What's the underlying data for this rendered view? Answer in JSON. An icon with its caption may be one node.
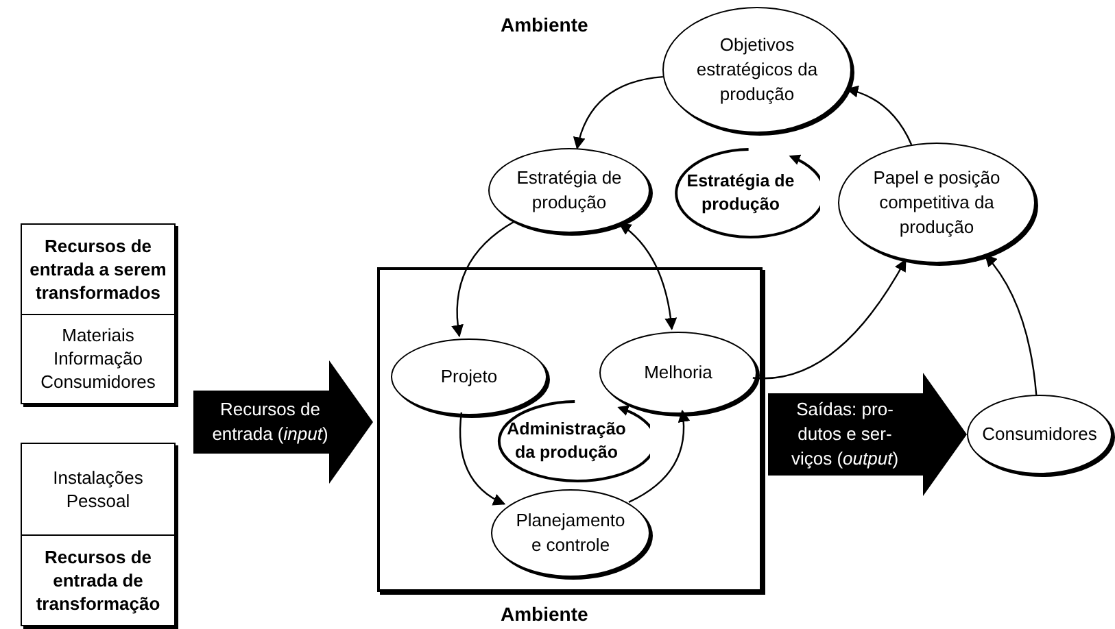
{
  "diagram": {
    "nodes": [
      {
        "text": [
          "Recursos de entrada a serem transformados",
          "Materiais Informação Consumidores"
        ]
      },
      {
        "text": [
          "Instalações Pessoal",
          "Recursos de entrada de transformação"
        ]
      },
      {
        "text": [
          "Objetivos estratégicos da produção"
        ]
      },
      {
        "text": [
          "Estratégia de produção"
        ]
      },
      {
        "text": [
          "Estratégia de produção"
        ]
      },
      {
        "text": [
          "Papel e posição competitiva da produção"
        ]
      },
      {
        "text": [],
        "shape": "box"
      },
      {
        "text": [
          "Projeto"
        ],
        "in": 6
      },
      {
        "text": [
          "Melhoria"
        ],
        "in": 6
      },
      {
        "text": [
          "Administração da produção"
        ],
        "in": 6
      },
      {
        "text": [
          "Planejamento e controle"
        ],
        "in": 6
      },
      {
        "text": [
          "Consumidores"
        ]
      }
    ],
    "edges": [
      {
        "from": null,
        "to": 6,
        "arrow": "to",
        "label": "Recursos de entrada (*input*)",
        "style": "thick"
      },
      {
        "from": 2,
        "to": 3,
        "arrow": "to"
      },
      {
        "from": 3,
        "to": 7,
        "arrow": "to"
      },
      {
        "from": 3,
        "to": 8,
        "arrow": "both"
      },
      {
        "from": 7,
        "to": 10,
        "arrow": "to"
      },
      {
        "from": 10,
        "to": 8,
        "arrow": "to"
      },
      {
        "from": 8,
        "to": 5,
        "arrow": "to"
      },
      {
        "from": 5,
        "to": 2,
        "arrow": "to"
      },
      {
        "from": 11,
        "to": 5,
        "arrow": "to"
      },
      {
        "from": 6,
        "to": 11,
        "arrow": "to",
        "label": "Saídas: pro- dutos e ser- viços (*output*)",
        "style": "thick"
      }
    ],
    "labels": [
      "Ambiente",
      "Ambiente"
    ]
  }
}
